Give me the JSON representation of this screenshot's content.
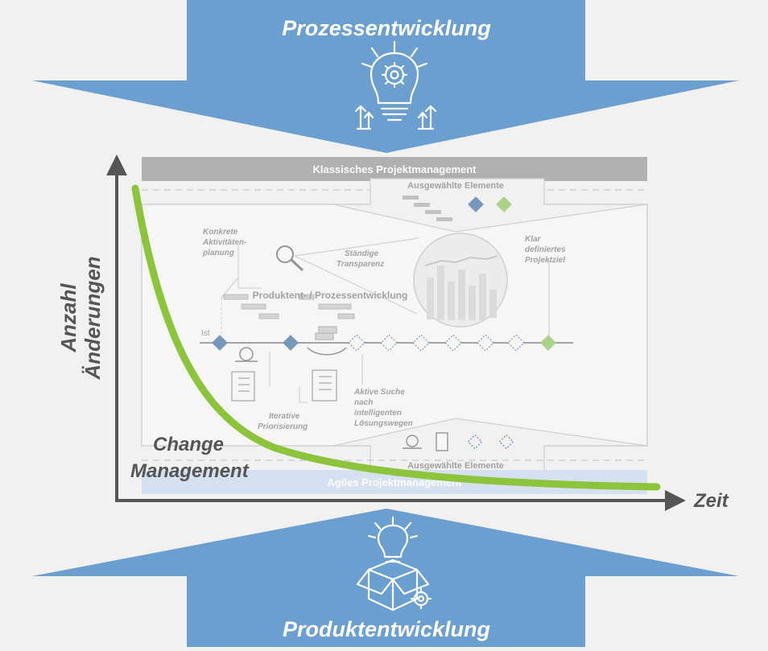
{
  "top_arrow": {
    "label": "Prozessentwicklung",
    "icon": "lightbulb-gear-growth-icon"
  },
  "bottom_arrow": {
    "label": "Produktentwicklung",
    "icon": "lightbulb-box-gear-icon"
  },
  "axes": {
    "y_line1": "Anzahl",
    "y_line2": "Änderungen",
    "x_label": "Zeit"
  },
  "curve_label": {
    "line1": "Change",
    "line2": "Management"
  },
  "framework": {
    "classic_title": "Klassisches Projektmanagement",
    "agile_title": "Agiles Projektmanagement",
    "selected_top": "Ausgewählte Elemente",
    "selected_bottom": "Ausgewählte Elemente",
    "center_label": "Produktent- / Prozessentwicklung",
    "ist": "Ist",
    "notes": {
      "konkrete_1": "Konkrete",
      "konkrete_2": "Aktivitäten-",
      "konkrete_3": "planung",
      "staendig_1": "Ständige",
      "staendig_2": "Transparenz",
      "klar_1": "Klar",
      "klar_2": "definiertes",
      "klar_3": "Projektziel",
      "iterativ_1": "Iterative",
      "iterativ_2": "Priorisierung",
      "aktiv_1": "Aktive Suche",
      "aktiv_2": "nach",
      "aktiv_3": "intelligenten",
      "aktiv_4": "Lösungswegen"
    }
  },
  "colors": {
    "arrow_blue": "#6a9fd0",
    "curve_green": "#8cc43c",
    "axis_gray": "#555555",
    "diamond_blue": "#6b8fb5",
    "diamond_green": "#a5cf7e"
  }
}
